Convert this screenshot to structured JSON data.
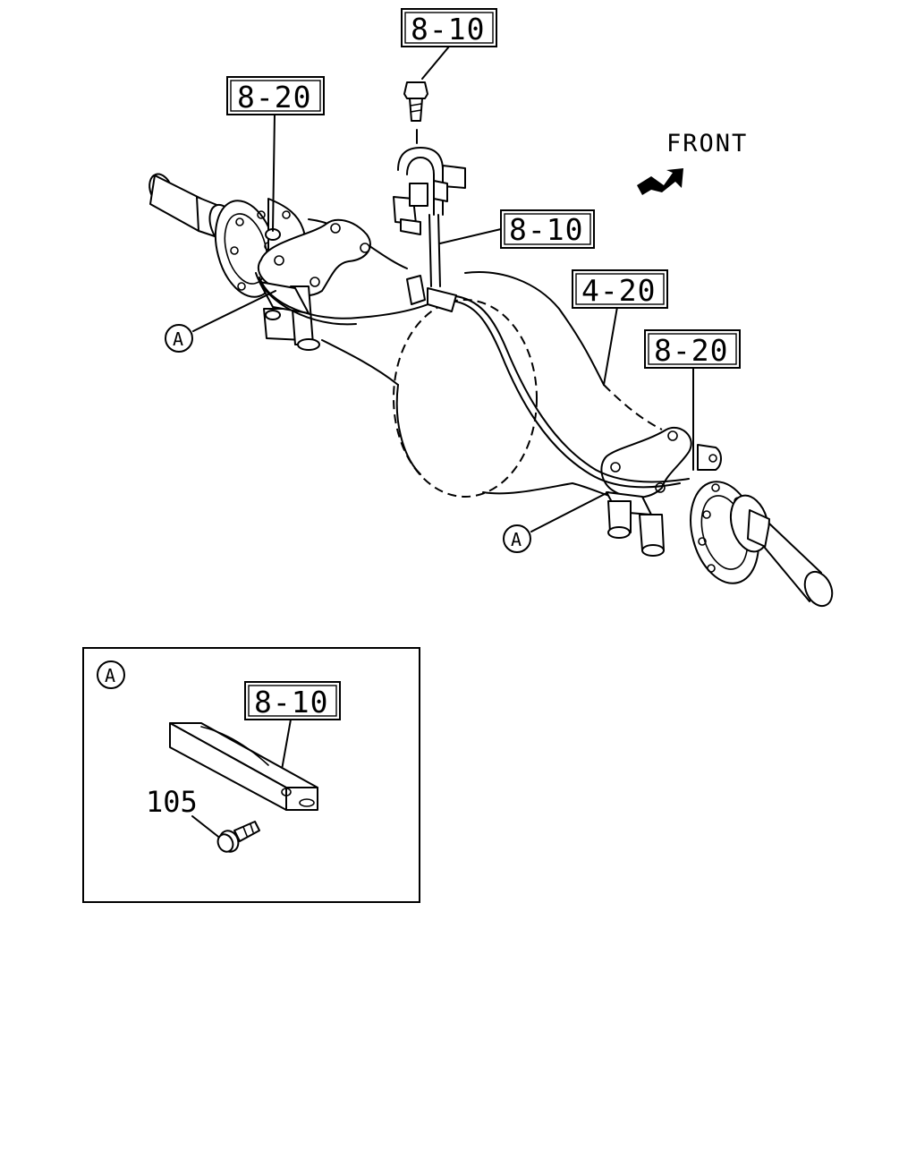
{
  "labels": {
    "top_bolt": "8-10",
    "left_hanger": "8-20",
    "center_bracket": "8-10",
    "housing": "4-20",
    "right_hanger": "8-20",
    "detail_bracket": "8-10"
  },
  "front_text": "FRONT",
  "callout_letter": "A",
  "detail": {
    "letter": "A",
    "bolt_number": "105"
  }
}
